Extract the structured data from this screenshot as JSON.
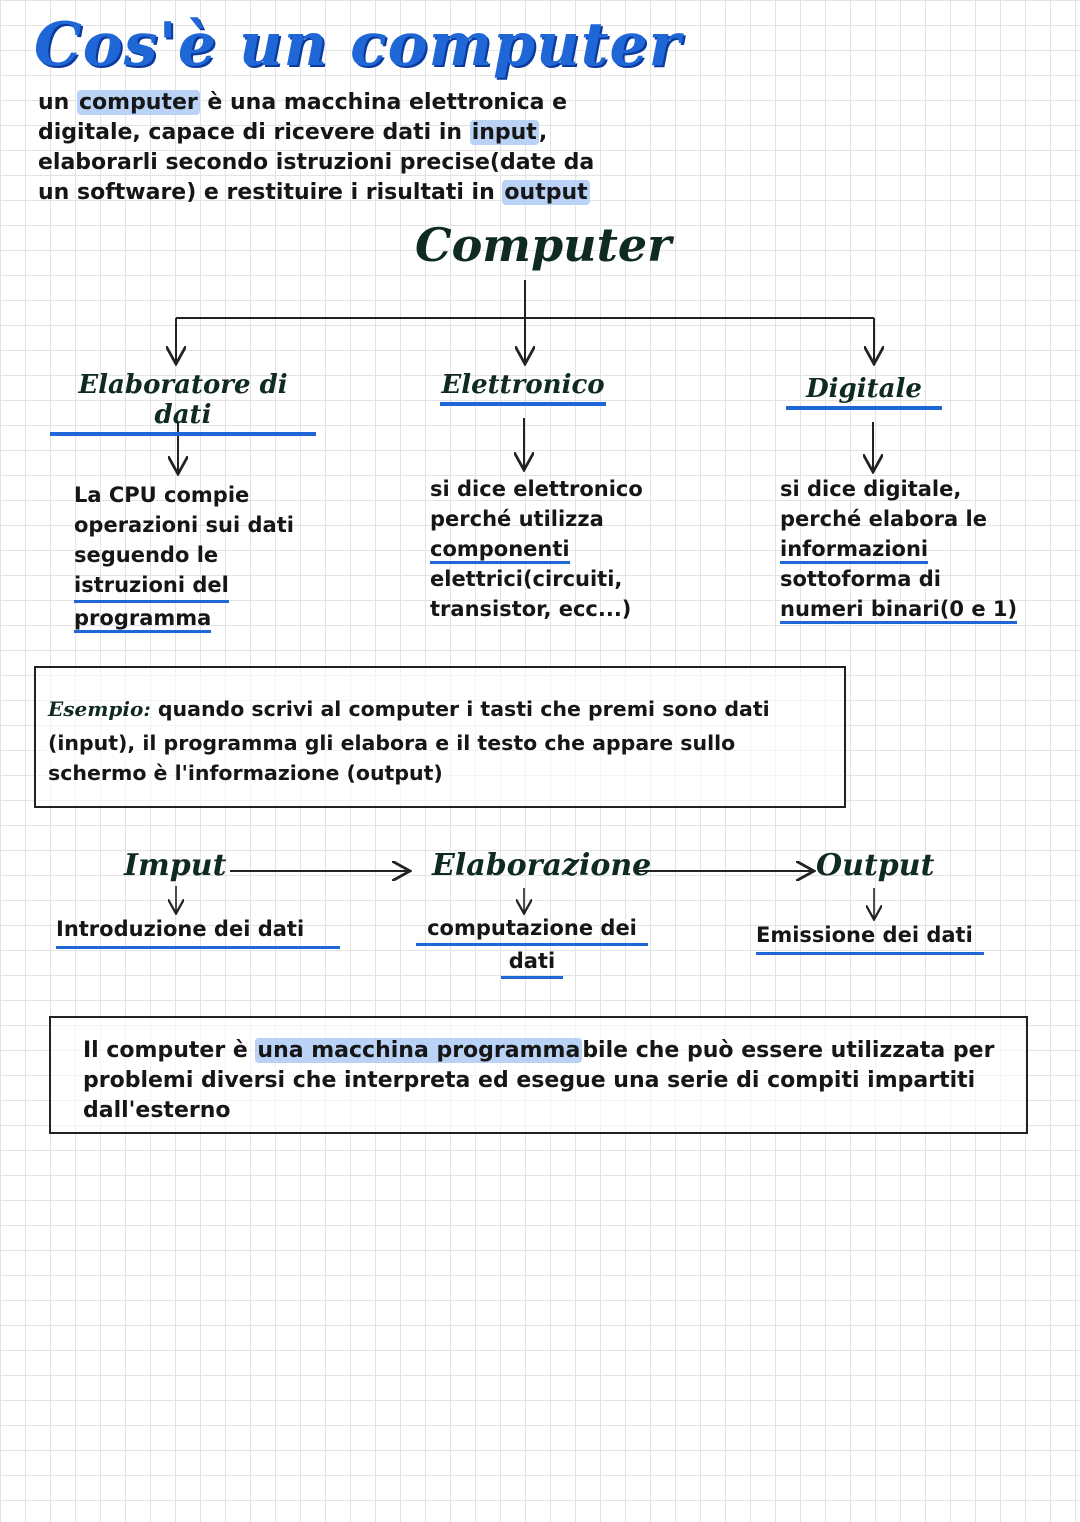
{
  "title": "Cos'è un computer",
  "intro": {
    "line1_pre": "un ",
    "line1_hl": "computer",
    "line1_post": " è una macchina elettronica e",
    "line2_pre": "digitale, capace di ricevere dati in ",
    "line2_hl": "input",
    "line2_post": ",",
    "line3": "elaborarli secondo istruzioni precise(date da",
    "line4_pre": "un software) e restituire i risultati in ",
    "line4_hl": "output"
  },
  "tree": {
    "root": "Computer",
    "nodes": [
      {
        "heading": "Elaboratore di dati",
        "lines": [
          "La CPU compie",
          "operazioni sui dati",
          "seguendo le",
          "istruzioni del",
          "programma"
        ]
      },
      {
        "heading": "Elettronico",
        "lines": [
          "si dice elettronico",
          "perché utilizza",
          "componenti",
          "elettrici(circuiti,",
          "transistor, ecc...)"
        ]
      },
      {
        "heading": "Digitale",
        "lines": [
          "si dice digitale,",
          "perché elabora le",
          "informazioni",
          "sottoforma di",
          "numeri binari(0 e 1)"
        ]
      }
    ]
  },
  "example": {
    "label": "Esempio:",
    "line1": " quando scrivi al computer i tasti che premi sono dati",
    "line2": "(input), il programma gli elabora e il testo che appare sullo",
    "line3": "schermo è l'informazione (output)"
  },
  "flow": {
    "steps": [
      {
        "heading": "Imput",
        "desc": "Introduzione dei dati"
      },
      {
        "heading": "Elaborazione",
        "desc1": "computazione dei",
        "desc2": "dati"
      },
      {
        "heading": "Output",
        "desc": "Emissione dei dati"
      }
    ]
  },
  "summary": {
    "pre": "Il computer è ",
    "hl": "una macchina programma",
    "post": "bile che può essere utilizzata per",
    "line2": "problemi diversi che interpreta ed esegue una serie di compiti impartiti",
    "line3": "dall'esterno"
  }
}
